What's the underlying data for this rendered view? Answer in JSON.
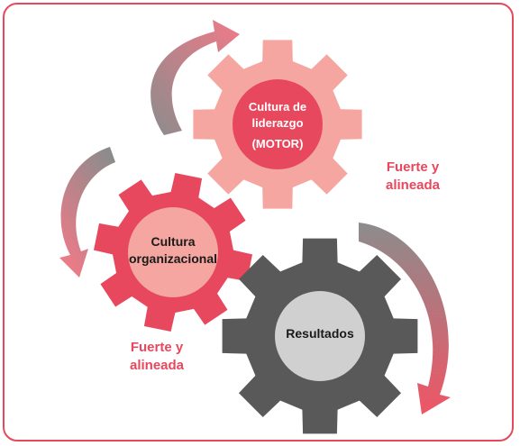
{
  "gears": {
    "leadership": {
      "line1": "Cultura de",
      "line2": "liderazgo",
      "line3": "(MOTOR)"
    },
    "organizational": {
      "line1": "Cultura",
      "line2": "organizacional"
    },
    "results": {
      "line1": "Resultados"
    }
  },
  "labels": {
    "right": {
      "line1": "Fuerte y",
      "line2": "alineada"
    },
    "left": {
      "line1": "Fuerte y",
      "line2": "alineada"
    }
  },
  "colors": {
    "accent": "#e8485d",
    "leadership_gear": "#f5a6a0",
    "leadership_hub": "#e8485d",
    "organizational_gear": "#e8485d",
    "organizational_hub": "#f5a6a0",
    "results_gear": "#595959",
    "results_hub": "#d0d0d0"
  }
}
